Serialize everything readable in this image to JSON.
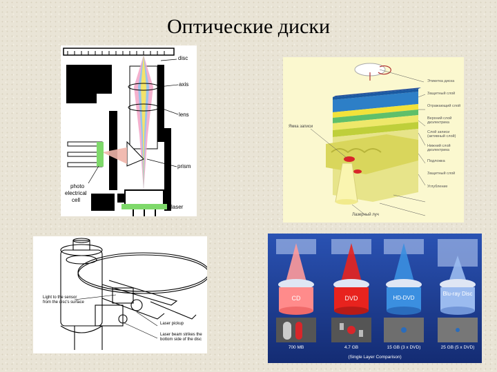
{
  "page": {
    "title": "Оптические диски"
  },
  "drive_schematic": {
    "labels": {
      "disc": "disc",
      "axis": "axis",
      "lens": "lens",
      "prism": "prism",
      "photo": "photo",
      "electrical": "electrical",
      "cell": "cell",
      "laser": "laser"
    }
  },
  "disc_layers": {
    "left_label": "Ямка записи",
    "bottom_label": "Лазерный луч",
    "layers": [
      "Этикетка диска",
      "Защитный слой",
      "Отражающий слой",
      "Верхний слой",
      "диэлектрика",
      "Слой записи",
      "(активный слой)",
      "Нижний слой",
      "диэлектрика",
      "Подложка",
      "Защитный слой",
      "Углубление"
    ]
  },
  "mechanism": {
    "annotation_1": [
      "Light to the sensor",
      "from the disc's surface"
    ],
    "annotation_2": "Laser pickup",
    "annotation_3": [
      "Laser beam strikes the",
      "bottom side of the disc"
    ]
  },
  "format_comparison": {
    "formats": [
      {
        "name": "CD",
        "capacity": "700 MB",
        "color": "#ff8b8b"
      },
      {
        "name": "DVD",
        "capacity": "4.7 GB",
        "color": "#e8231e"
      },
      {
        "name": "HD-DVD",
        "capacity": "15 GB (3 x DVD)",
        "color": "#3b8fe0"
      },
      {
        "name": "Blu-ray Disc",
        "capacity": "25 GB (5 x DVD)",
        "color": "#9bbbef"
      }
    ],
    "footer": "(Single Layer Comparison)"
  }
}
